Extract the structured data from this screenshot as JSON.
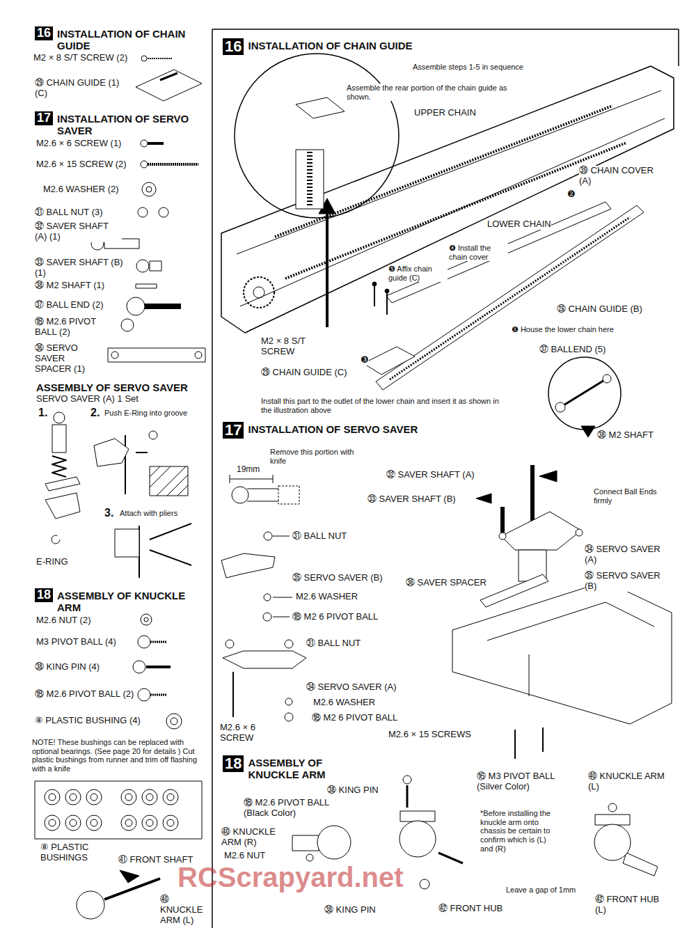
{
  "diagram": {
    "nodes": [
      {
        "text": [
          "16",
          "INSTALLATION OF CHAIN GUIDE"
        ]
      },
      {
        "text": [
          "17",
          "INSTALLATION OF SERVO SAVER"
        ]
      },
      {
        "text": [
          "18",
          "ASSEMBLY OF KNUCKLE ARM"
        ]
      },
      {
        "text": [
          "16",
          "INSTALLATION OF CHAIN GUIDE"
        ]
      },
      {
        "text": [
          "17",
          "INSTALLATION OF SERVO SAVER"
        ]
      },
      {
        "text": [
          "18",
          "ASSEMBLY OF KNUCKLE ARM"
        ]
      }
    ],
    "labels": [
      "M2 × 8 S/T SCREW (2)",
      "㉙ CHAIN GUIDE (1) (C)",
      "M2.6 × 6 SCREW (1)",
      "M2.6 × 15 SCREW (2)",
      "M2.6 WASHER (2)",
      "㉛ BALL NUT (3)",
      "㉜ SAVER SHAFT (A) (1)",
      "㉝ SAVER SHAFT (B) (1)",
      "㊳ M2 SHAFT (1)",
      "㊲ BALL END (2)",
      "⑱ M2.6 PIVOT BALL (2)",
      "㊱ SERVO SAVER SPACER (1)",
      "ASSEMBLY OF SERVO SAVER",
      "SERVO SAVER (A) 1 Set",
      "1.",
      "2.",
      "Push E-Ring into groove",
      "3.",
      "Attach with pliers",
      "E-RING",
      "M2.6 NUT (2)",
      "M3 PIVOT BALL (4)",
      "㊳ KING PIN (4)",
      "⑱ M2.6 PIVOT BALL (2)",
      "⑧ PLASTIC BUSHING (4)",
      "NOTE! These bushings can be replaced with optional bearings. (See page 20 for details ) Cut plastic bushings from runner and trim off flashing with a knife",
      "⑧ PLASTIC BUSHINGS",
      "㊶ FRONT SHAFT",
      "㊵ KNUCKLE ARM (L)",
      "Assemble steps 1-5 in sequence",
      "Assemble the rear portion of the chain guide as shown.",
      "UPPER CHAIN",
      "㊴ CHAIN COVER (A)",
      "❷",
      "LOWER CHAIN",
      "❹ Install the chain cover",
      "❺ Affix chain guide (C)",
      "㉘ CHAIN GUIDE (B)",
      "❶ House the lower chain here",
      "M2 × 8 S/T SCREW",
      "❸",
      "㉙ CHAIN GUIDE (C)",
      "Install this part to the outlet of the lower chain and insert it as shown in the illustration above",
      "㊲ BALLEND (5)",
      "㊳ M2 SHAFT",
      "Remove this portion with knife",
      "19mm",
      "㉜ SAVER SHAFT (A)",
      "㉝ SAVER SHAFT (B)",
      "Connect Ball Ends firmly",
      "㉛ BALL NUT",
      "㉞ SERVO SAVER (A)",
      "㉟ SERVO SAVER (B)",
      "㉟ SERVO SAVER (B)",
      "㊱ SAVER SPACER",
      "M2.6 WASHER",
      "⑱ M2 6 PIVOT BALL",
      "㉛ BALL NUT",
      "㉞ SERVO SAVER (A)",
      "M2.6 WASHER",
      "⑱ M2 6 PIVOT BALL",
      "M2.6 × 6 SCREW",
      "M2.6 × 15 SCREWS",
      "㊳ KING PIN",
      "⑯ M3 PIVOT BALL (Silver Color)",
      "㊵ KNUCKLE ARM (L)",
      "⑱ M2.6 PIVOT BALL (Black Color)",
      "*Before installing the knuckle arm onto chassis be certain to confirm which is (L) and (R)",
      "㊵ KNUCKLE ARM (R)",
      "M2.6 NUT",
      "㊳ KING PIN",
      "㊷ FRONT HUB",
      "Leave a gap of 1mm",
      "㊷ FRONT HUB (L)",
      "RCScrapyard.net"
    ]
  }
}
